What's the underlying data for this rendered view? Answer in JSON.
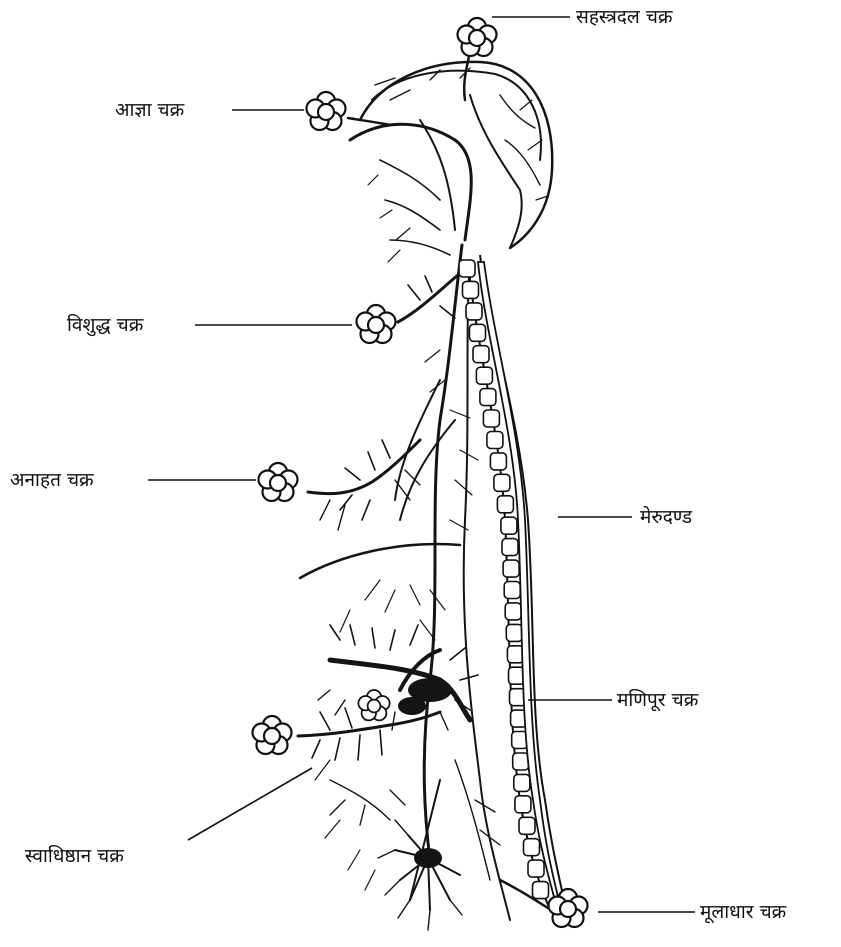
{
  "labels": {
    "sahasradal": "सहस्त्रदल चक्र",
    "ajna": "आज्ञा चक्र",
    "vishuddha": "विशुद्ध चक्र",
    "anahata": "अनाहत चक्र",
    "merudand": "मेरुदण्ड",
    "manipur": "मणिपूर चक्र",
    "svadhishthan": "स्वाधिष्ठान चक्र",
    "muladhar": "मूलाधार चक्र"
  },
  "icons": {
    "chakra": "chakra-flower-icon"
  }
}
